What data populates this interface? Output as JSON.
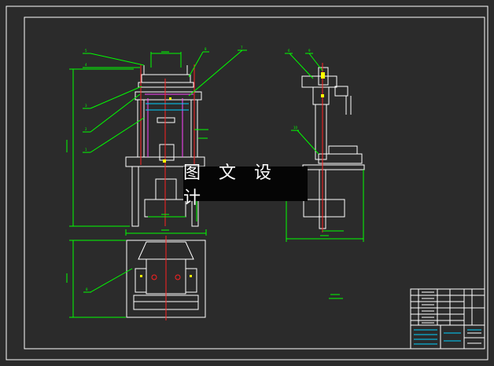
{
  "drawing": {
    "watermark": "图 文 设 计",
    "colors": {
      "background": "#2b2b2b",
      "frame": "#ffffff",
      "dimension": "#00ff00",
      "part": "#ffffff",
      "axis": "#ff2020",
      "hidden": "#ff44ff",
      "cyan": "#00d0ff",
      "yellow": "#ffff00"
    },
    "balloons": [
      "5",
      "4",
      "3",
      "2",
      "1",
      "8",
      "7",
      "6",
      "9",
      "10",
      "8"
    ]
  }
}
